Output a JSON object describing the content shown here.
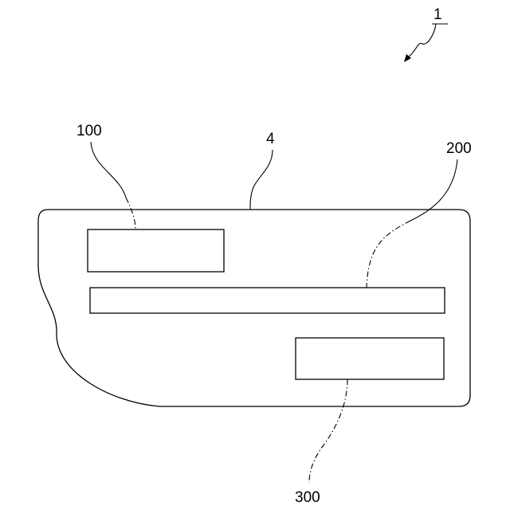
{
  "figure": {
    "reference_numerals": {
      "device": "1",
      "card_body": "4",
      "component_a": "100",
      "component_b": "200",
      "component_c": "300"
    }
  }
}
